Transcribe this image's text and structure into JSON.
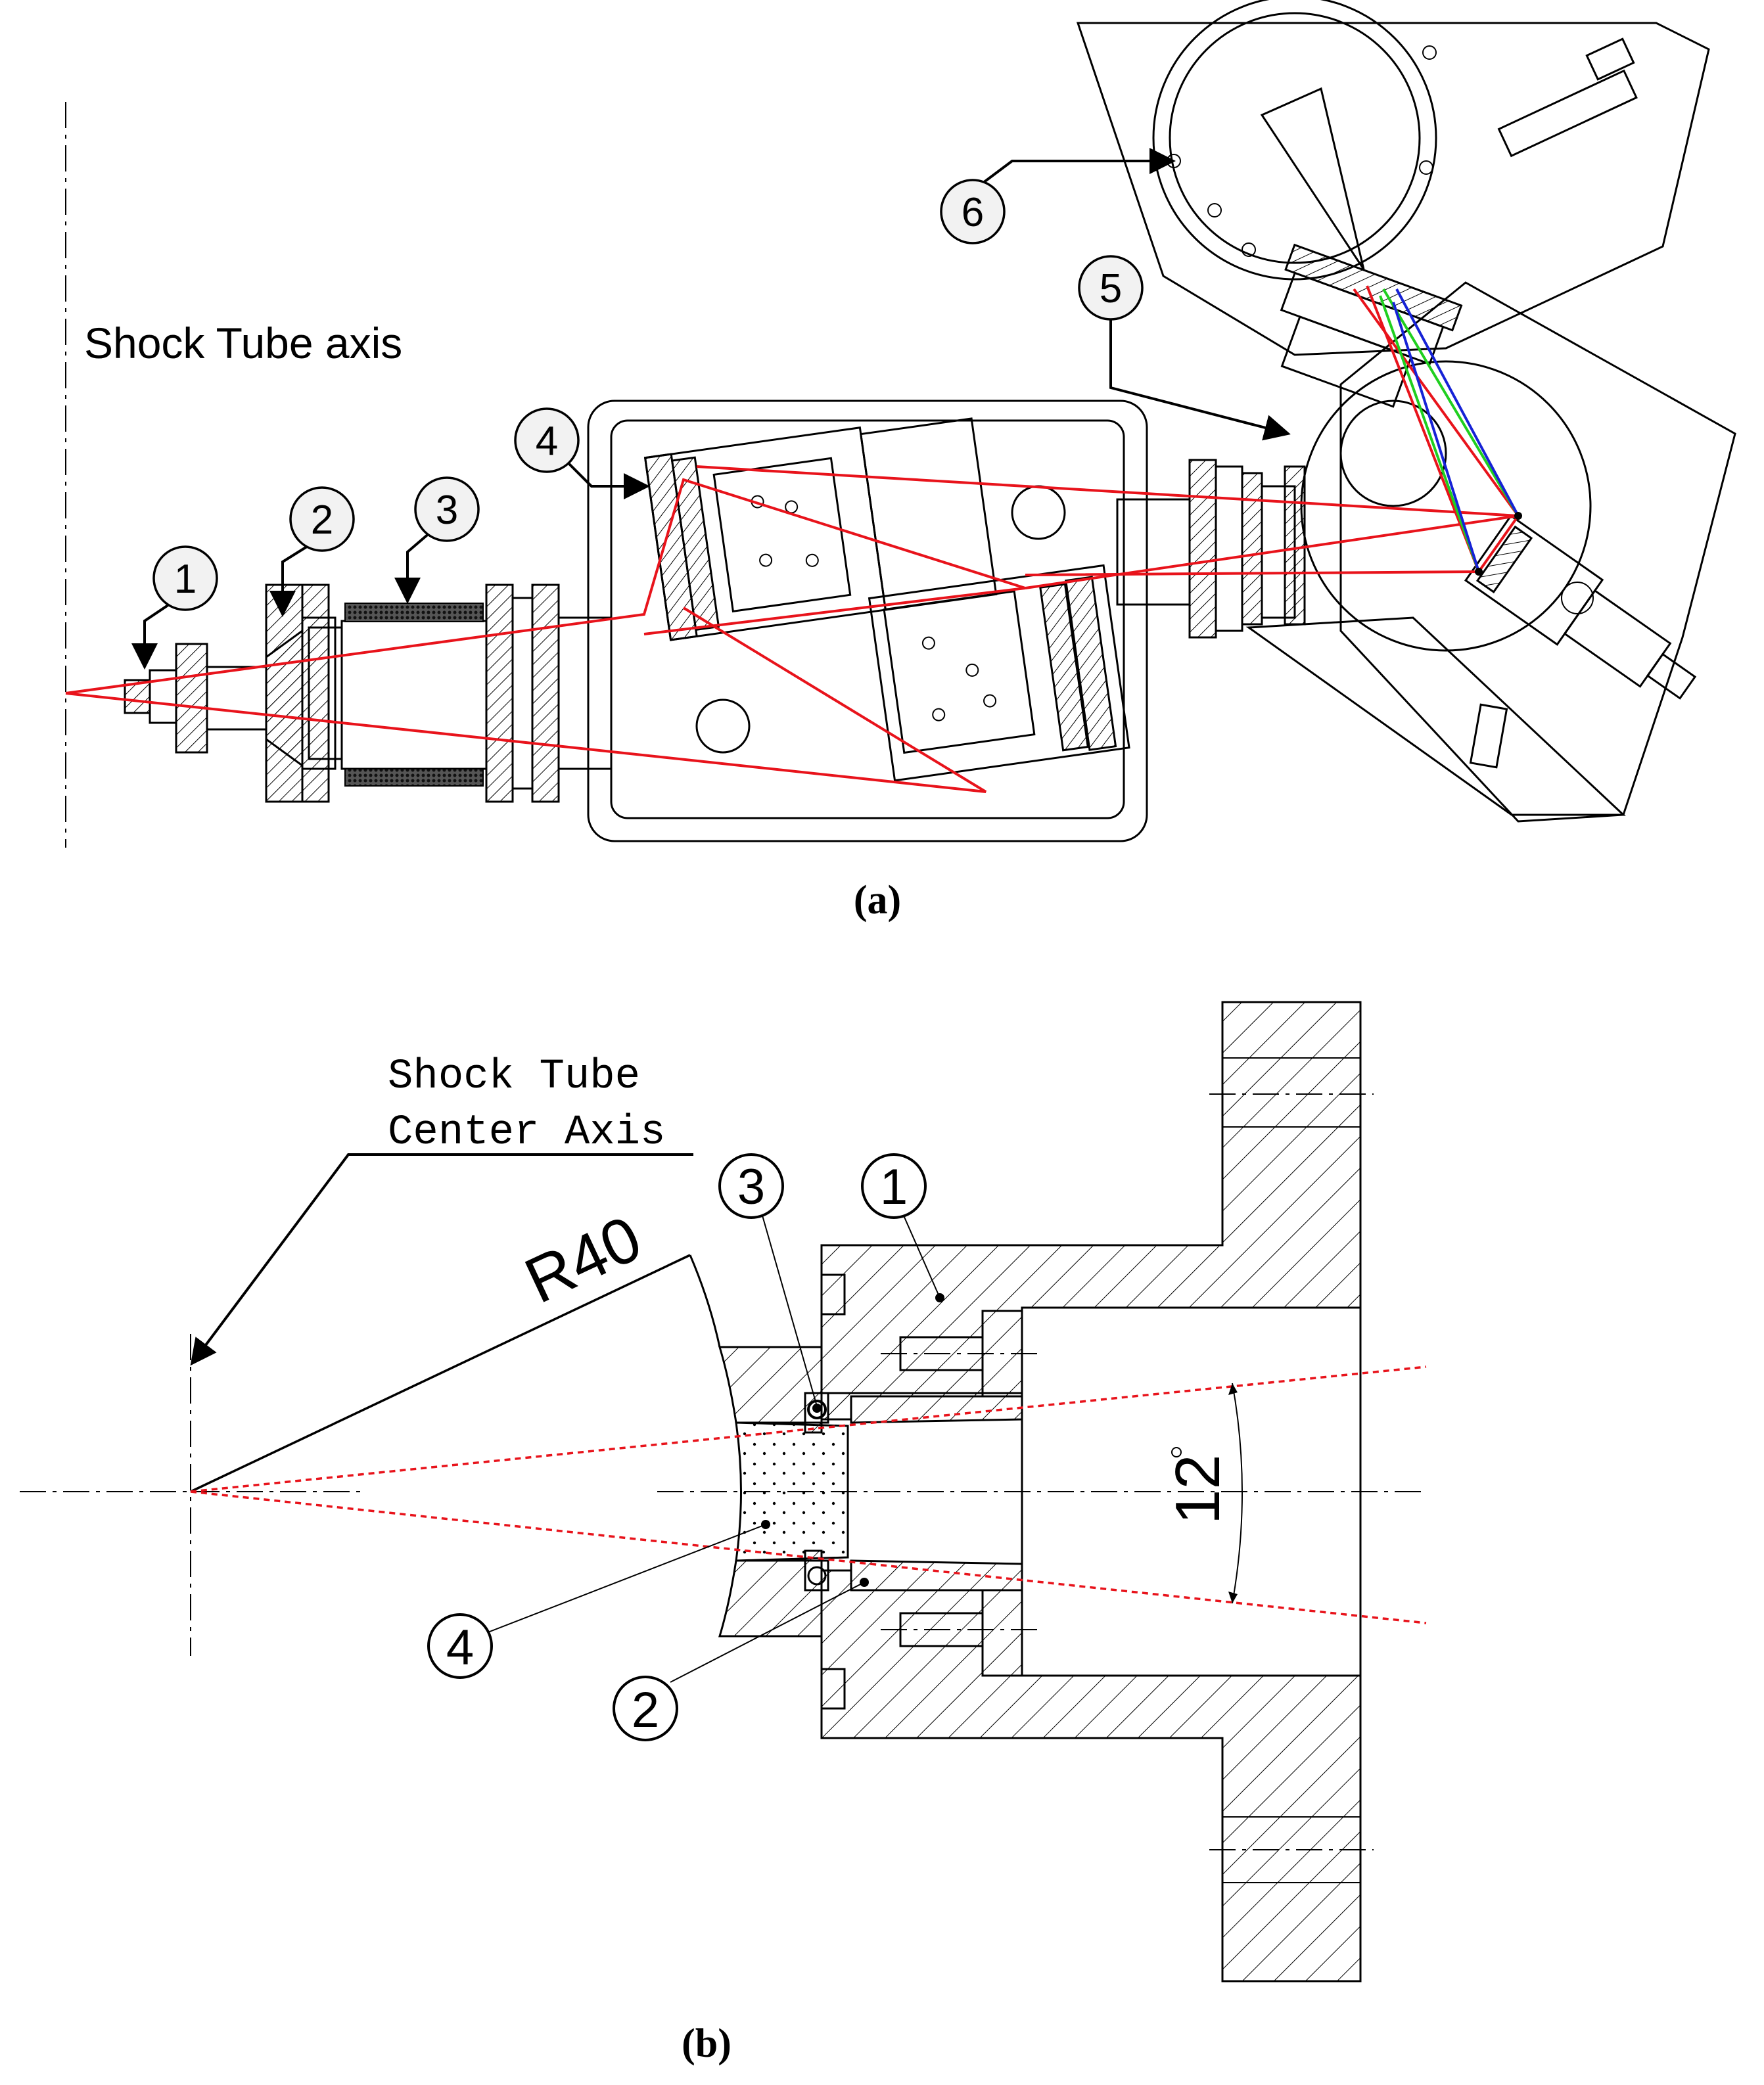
{
  "panel_a": {
    "axis_label": "Shock Tube axis",
    "caption": "(a)",
    "callouts": [
      "1",
      "2",
      "3",
      "4",
      "5",
      "6"
    ],
    "colors": {
      "ray": "#e8131b",
      "green": "#1fcf1f",
      "blue": "#1622d6"
    }
  },
  "panel_b": {
    "axis_label_line1": "Shock Tube",
    "axis_label_line2": "Center Axis",
    "radius_label": "R40",
    "angle_label": "12",
    "caption": "(b)",
    "callouts": [
      "1",
      "2",
      "3",
      "4"
    ]
  }
}
